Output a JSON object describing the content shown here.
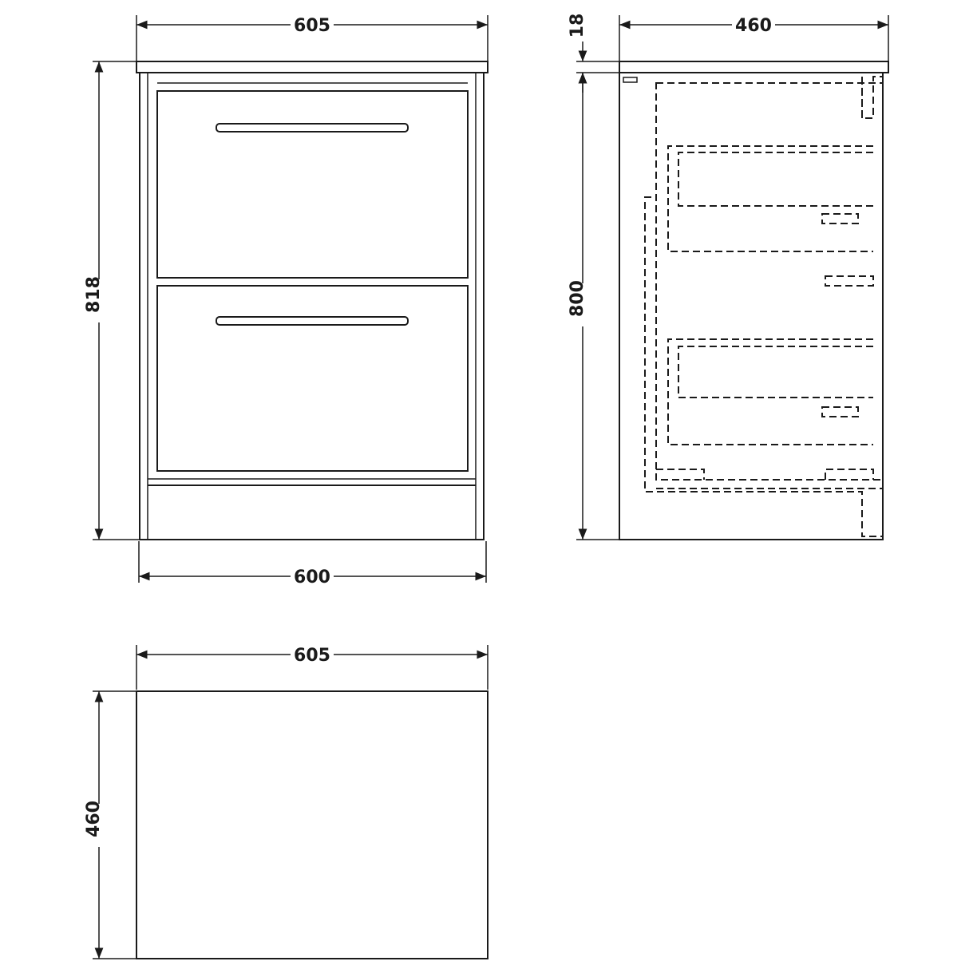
{
  "dimensions": {
    "front_top_width": "605",
    "front_base_width": "600",
    "front_height": "818",
    "side_depth": "460",
    "side_top_thickness": "18",
    "side_height": "800",
    "plan_width": "605",
    "plan_depth": "460"
  },
  "colors": {
    "line": "#1a1a1a",
    "background": "#ffffff"
  }
}
